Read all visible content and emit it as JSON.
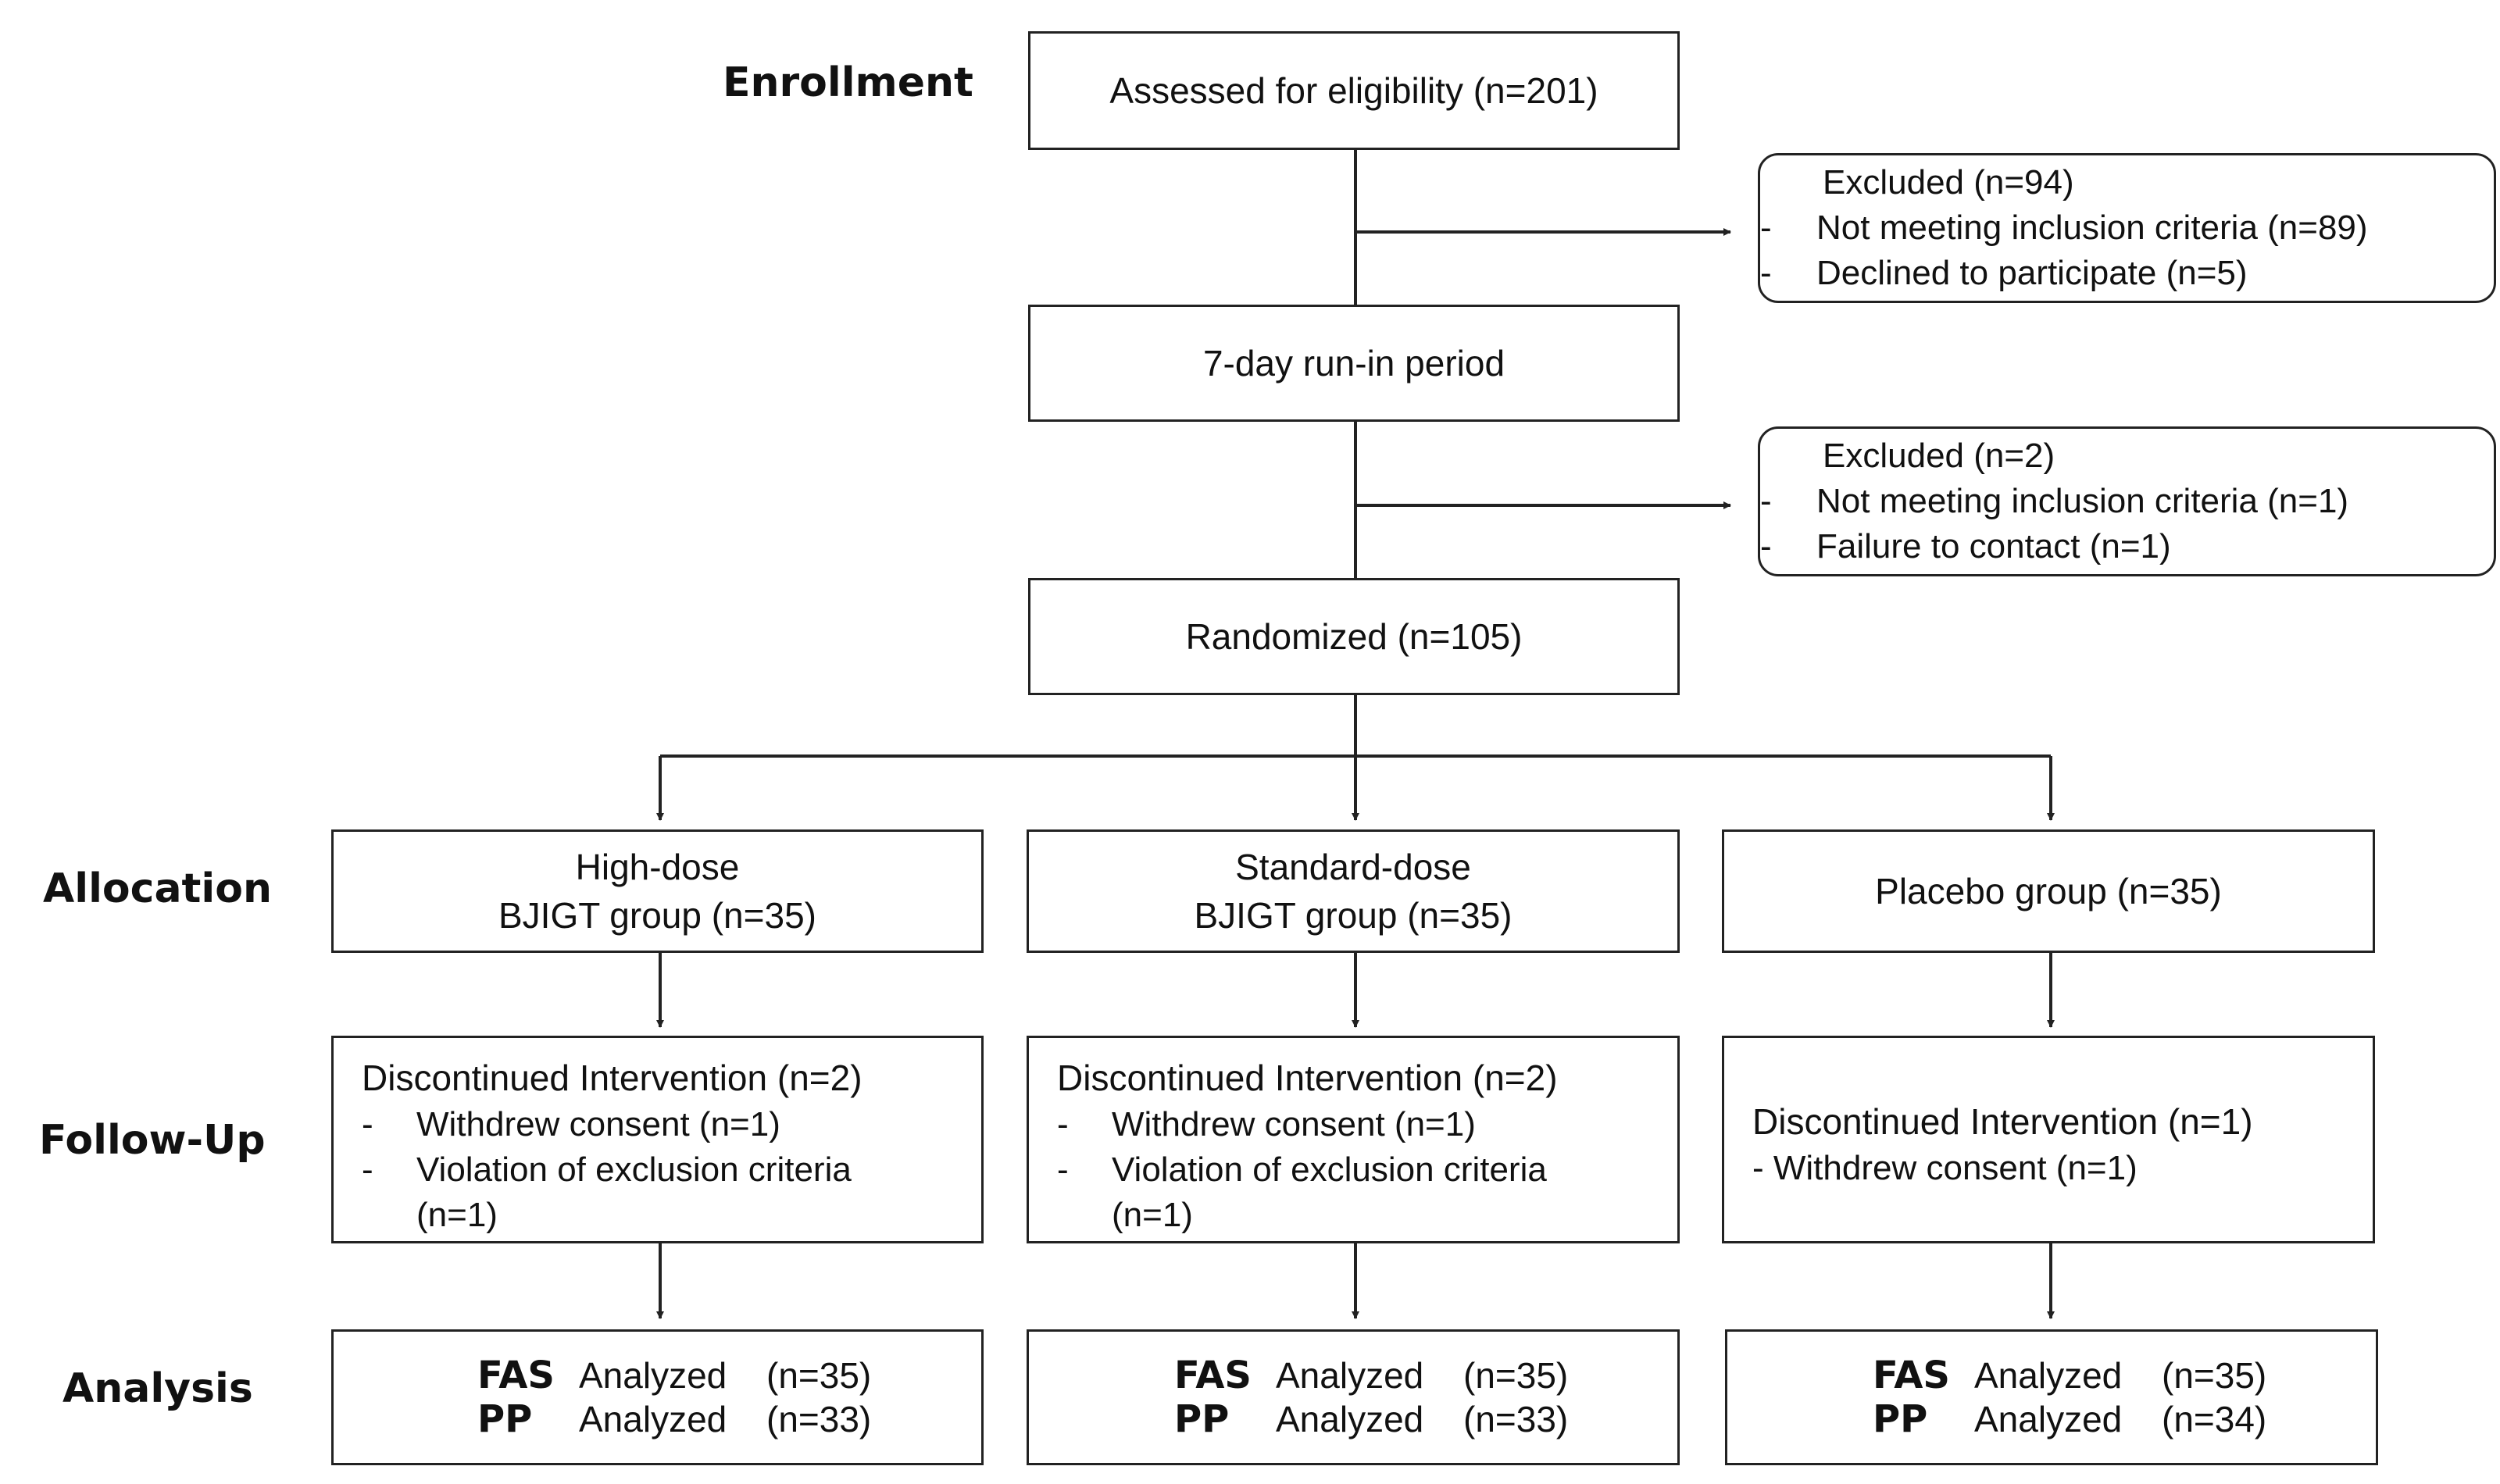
{
  "stages": {
    "enrollment": "Enrollment",
    "allocation": "Allocation",
    "follow_up": "Follow-Up",
    "analysis": "Analysis"
  },
  "enrollment": {
    "assessed": "Assessed for eligibility (n=201)",
    "excluded1": {
      "title": "Excluded (n=94)",
      "items": [
        "Not meeting inclusion criteria (n=89)",
        "Declined to participate (n=5)"
      ]
    },
    "run_in": "7-day run-in period",
    "excluded2": {
      "title": "Excluded (n=2)",
      "items": [
        "Not meeting inclusion criteria (n=1)",
        "Failure to contact (n=1)"
      ]
    },
    "randomized": "Randomized (n=105)"
  },
  "groups": [
    {
      "line1": "High-dose",
      "line2": "BJIGT group (n=35)",
      "followup_title": "Discontinued Intervention (n=2)",
      "followup_items": [
        "Withdrew consent (n=1)",
        "Violation of exclusion criteria",
        "(n=1)"
      ],
      "fas_label": "FAS",
      "fas_text": "Analyzed",
      "fas_n": "(n=35)",
      "pp_label": "PP",
      "pp_text": "Analyzed",
      "pp_n": "(n=33)"
    },
    {
      "line1": "Standard-dose",
      "line2": "BJIGT group (n=35)",
      "followup_title": "Discontinued Intervention (n=2)",
      "followup_items": [
        "Withdrew consent (n=1)",
        "Violation of exclusion criteria",
        "(n=1)"
      ],
      "fas_label": "FAS",
      "fas_text": "Analyzed",
      "fas_n": "(n=35)",
      "pp_label": "PP",
      "pp_text": "Analyzed",
      "pp_n": "(n=33)"
    },
    {
      "line1": "Placebo group (n=35)",
      "followup_title": "Discontinued Intervention (n=1)",
      "followup_items": [
        "- Withdrew consent (n=1)"
      ],
      "fas_label": "FAS",
      "fas_text": "Analyzed",
      "fas_n": "(n=35)",
      "pp_label": "PP",
      "pp_text": "Analyzed",
      "pp_n": "(n=34)"
    }
  ],
  "dash": "-"
}
